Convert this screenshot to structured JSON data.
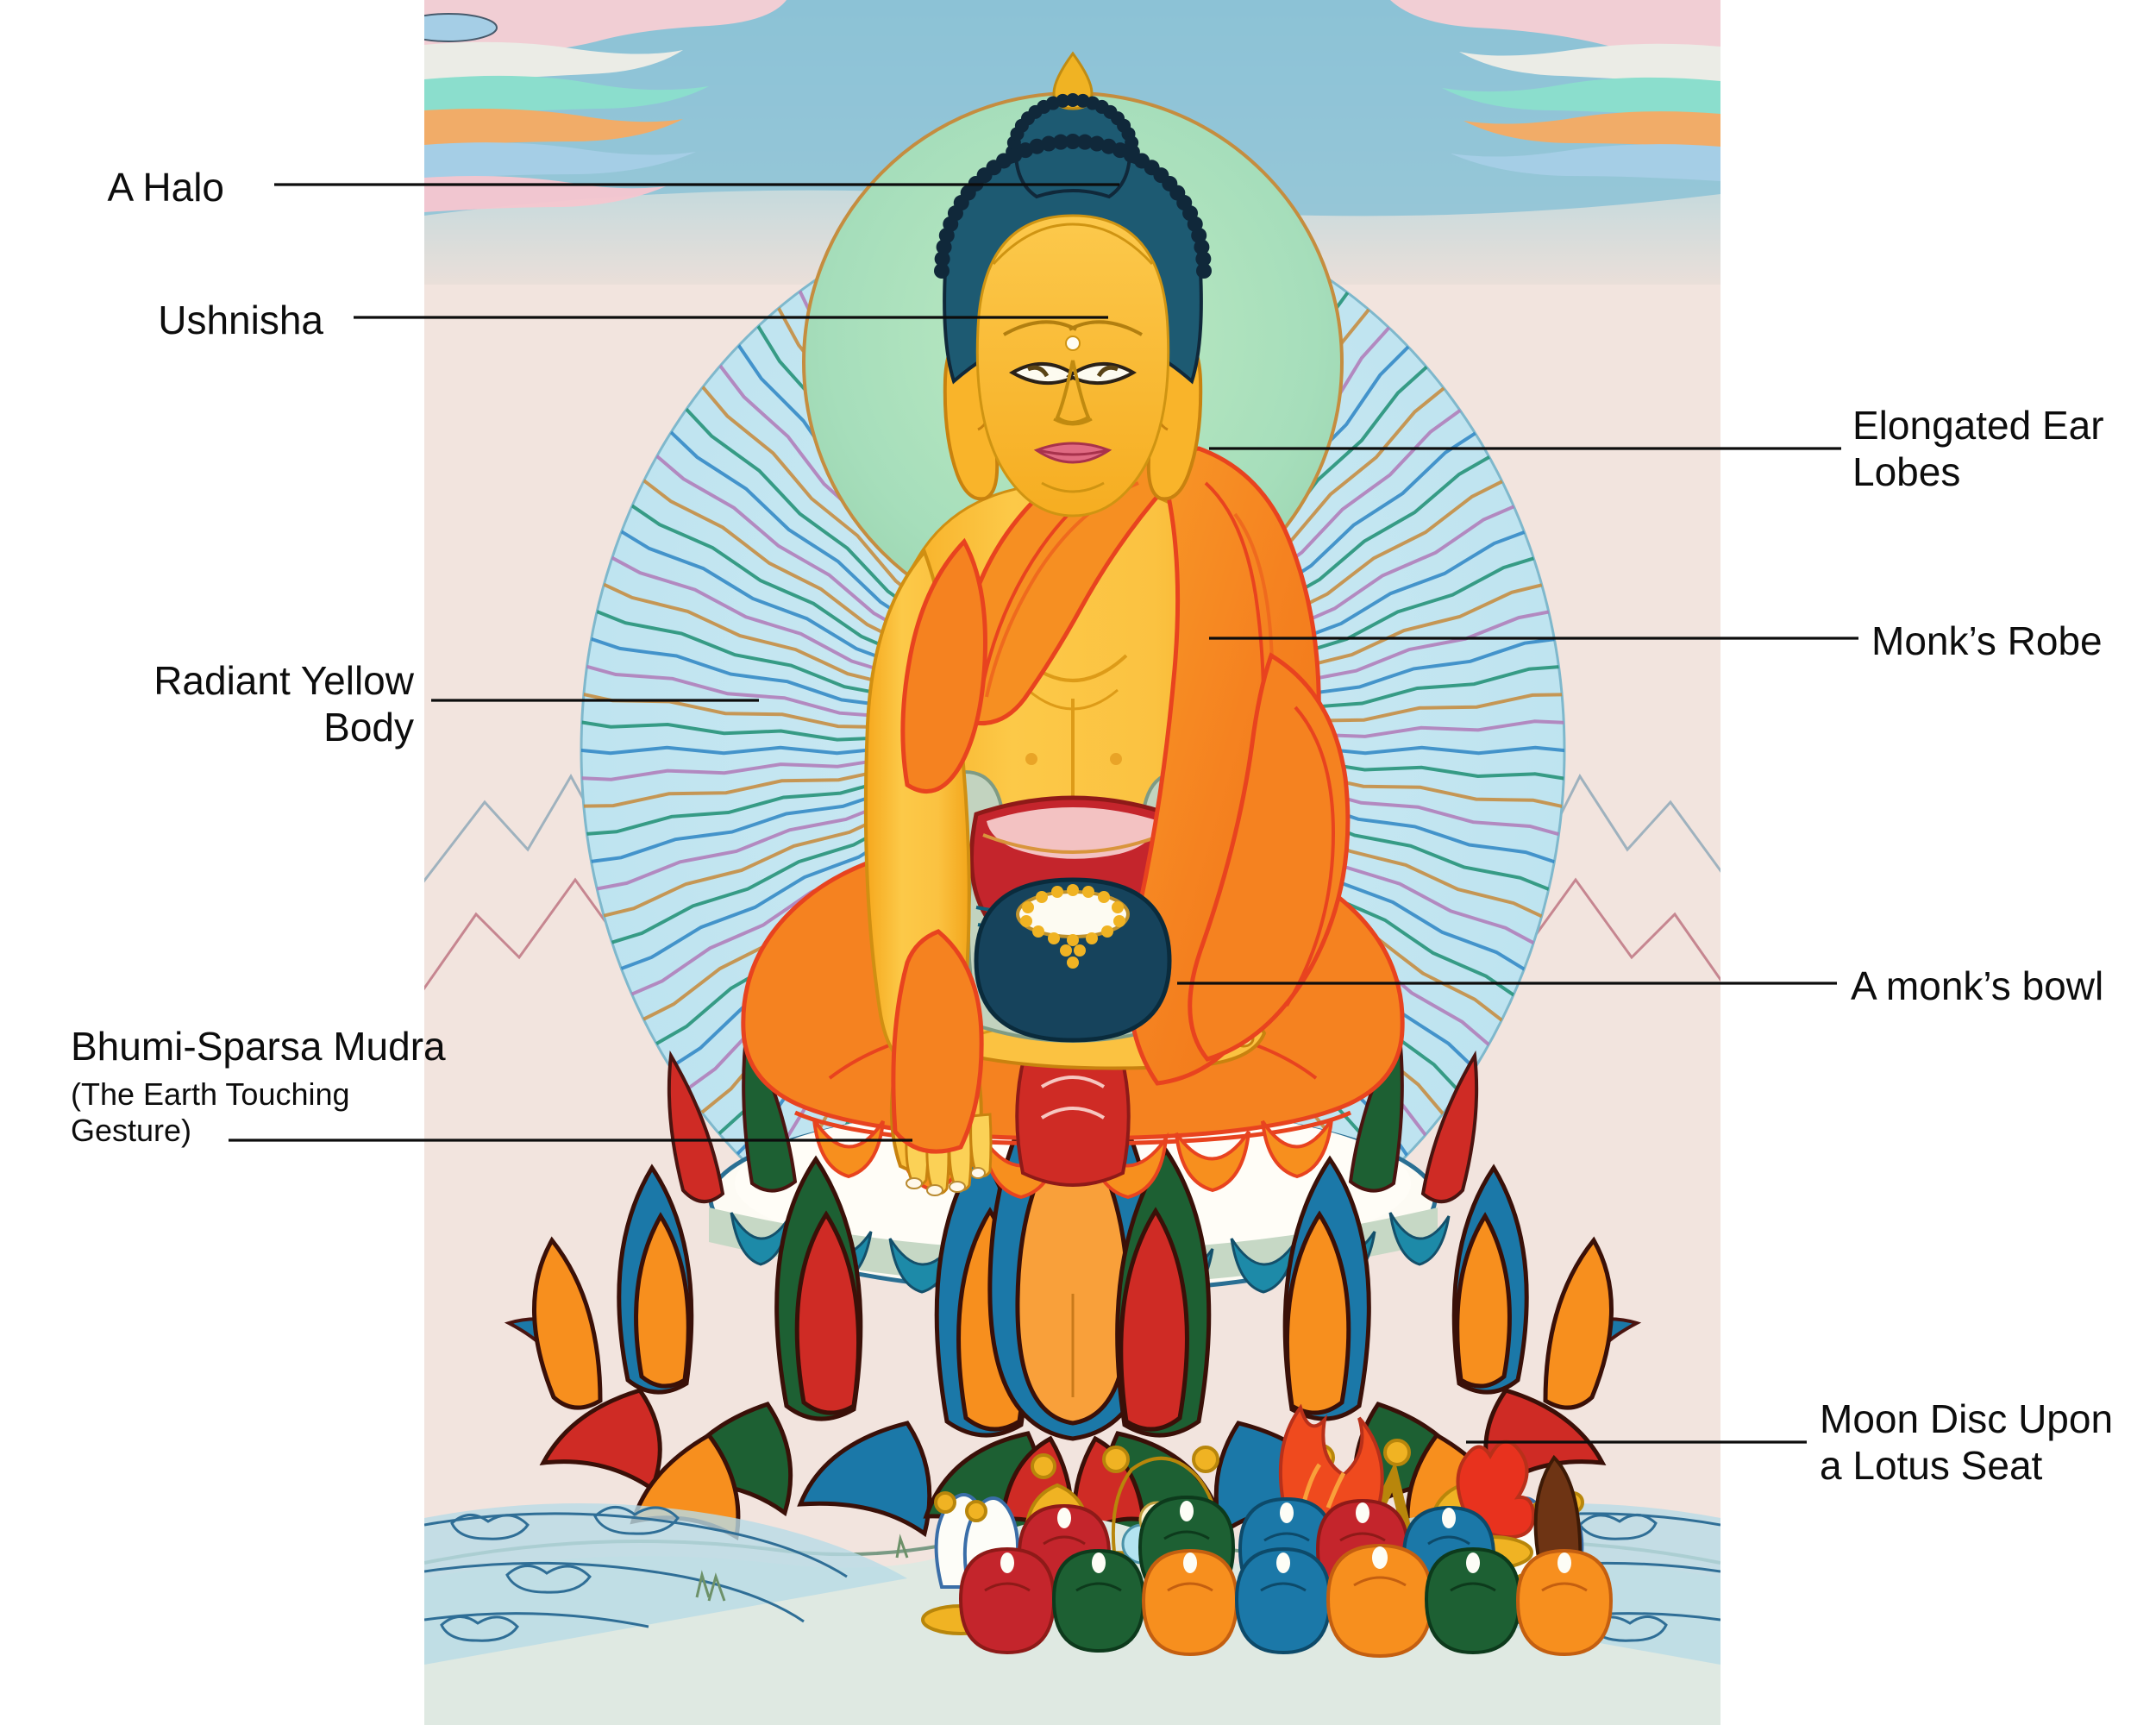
{
  "artwork": {
    "title": "Shakyamuni Buddha Thangka",
    "subject": "Seated Buddha on a moon disc upon a lotus seat",
    "palette": {
      "body_yellow": "#f9b42a",
      "body_yellow_light": "#fbcb4e",
      "robe_orange": "#f58220",
      "robe_orange_deep": "#ef7a1a",
      "robe_outline_red": "#e8431f",
      "inner_red": "#c4252c",
      "hair_blue": "#1d5a72",
      "hair_dot": "#10283a",
      "halo_green": "#a9e0ae",
      "aureole_blue": "#bfe4ef",
      "sky_blue": "#8cc2d6",
      "canvas_beige": "#f2e2dc",
      "water_blue": "#b8dbe6",
      "lotus_blue": "#1b78a8",
      "lotus_green": "#1d6033",
      "lotus_red": "#cf2b25",
      "lotus_orange": "#f78f1e",
      "bowl_navy": "#16435c",
      "gold": "#f0b323",
      "sash_teal": "#1d7e9c",
      "sage": "#c2d3bf",
      "white_disc": "#fdfcf8",
      "line_black": "#0d0d0d"
    }
  },
  "annotations": {
    "left": [
      {
        "id": "halo",
        "text": "A Halo",
        "size": "lg"
      },
      {
        "id": "ushnisha",
        "text": "Ushnisha",
        "size": "lg"
      },
      {
        "id": "body",
        "text": "Radiant Yellow\nBody",
        "size": "lg"
      },
      {
        "id": "mudra_title",
        "text": "Bhumi-Sparsa Mudra",
        "size": "lg"
      },
      {
        "id": "mudra_sub",
        "text": "(The Earth Touching\nGesture)",
        "size": "sm"
      }
    ],
    "right": [
      {
        "id": "ears",
        "text": "Elongated Ear\nLobes",
        "size": "lg"
      },
      {
        "id": "robe",
        "text": "Monk’s Robe",
        "size": "lg"
      },
      {
        "id": "bowl",
        "text": "A monk’s bowl",
        "size": "lg"
      },
      {
        "id": "moon",
        "text": "Moon Disc Upon\na Lotus Seat",
        "size": "lg"
      }
    ]
  }
}
